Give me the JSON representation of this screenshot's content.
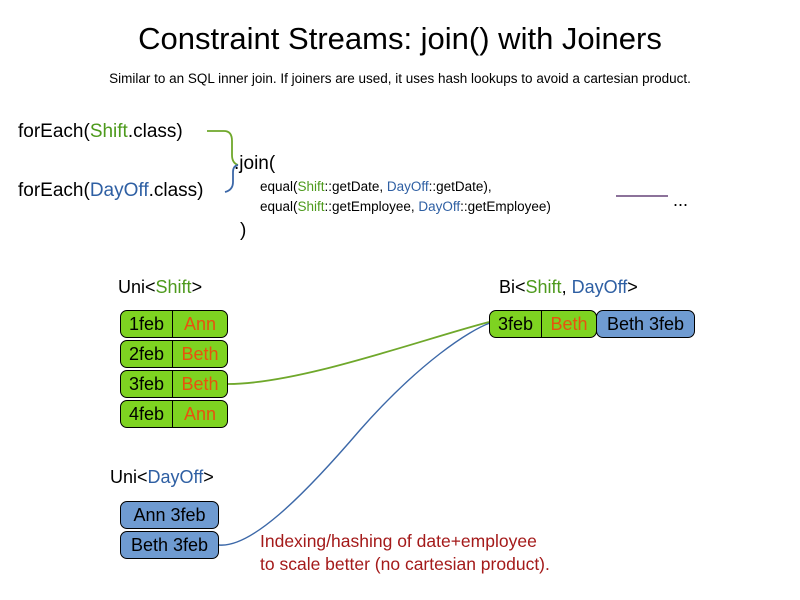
{
  "slide": {
    "title": "Constraint Streams: join() with Joiners",
    "subtitle": "Similar to an SQL inner join. If joiners are used, it uses hash lookups to avoid a cartesian product."
  },
  "code": {
    "foreach_shift": {
      "prefix": "forEach(",
      "type": "Shift",
      "suffix": ".class)"
    },
    "foreach_dayoff": {
      "prefix": "forEach(",
      "type": "DayOff",
      "suffix": ".class)"
    },
    "join_open": ".join(",
    "join_close": ")",
    "args": [
      {
        "prefix": "equal(",
        "left_type": "Shift",
        "left_ref": "::getDate, ",
        "right_type": "DayOff",
        "right_ref": "::getDate),"
      },
      {
        "prefix": "equal(",
        "left_type": "Shift",
        "left_ref": "::getEmployee, ",
        "right_type": "DayOff",
        "right_ref": "::getEmployee)"
      }
    ],
    "ellipsis": "..."
  },
  "labels": {
    "uni_shift": {
      "prefix": "Uni<",
      "type": "Shift",
      "suffix": ">"
    },
    "bi": {
      "prefix": "Bi<",
      "type_a": "Shift",
      "separator": ", ",
      "type_b": "DayOff",
      "suffix": ">"
    },
    "uni_dayoff": {
      "prefix": "Uni<",
      "type": "DayOff",
      "suffix": ">"
    }
  },
  "shift_stream": {
    "rows": [
      {
        "date": "1feb",
        "employee": "Ann"
      },
      {
        "date": "2feb",
        "employee": "Beth"
      },
      {
        "date": "3feb",
        "employee": "Beth"
      },
      {
        "date": "4feb",
        "employee": "Ann"
      }
    ]
  },
  "dayoff_stream": {
    "rows": [
      {
        "text": "Ann 3feb"
      },
      {
        "text": "Beth 3feb"
      }
    ]
  },
  "bi_stream": {
    "shift": {
      "date": "3feb",
      "employee": "Beth"
    },
    "dayoff": {
      "text": "Beth 3feb"
    }
  },
  "annotation": {
    "line1": "Indexing/hashing of date+employee",
    "line2": "to scale better (no cartesian product)."
  },
  "colors": {
    "shift_green_text": "#4D9A1C",
    "dayoff_blue_text": "#2E5FA3",
    "box_green": "#7ED321",
    "box_blue": "#6F9BD1",
    "employee_orange": "#E8520E",
    "annotation_red": "#A41A1A",
    "wire_green": "#6FA82B",
    "wire_blue": "#3C68A8",
    "wire_purple": "#7B5E8C"
  }
}
